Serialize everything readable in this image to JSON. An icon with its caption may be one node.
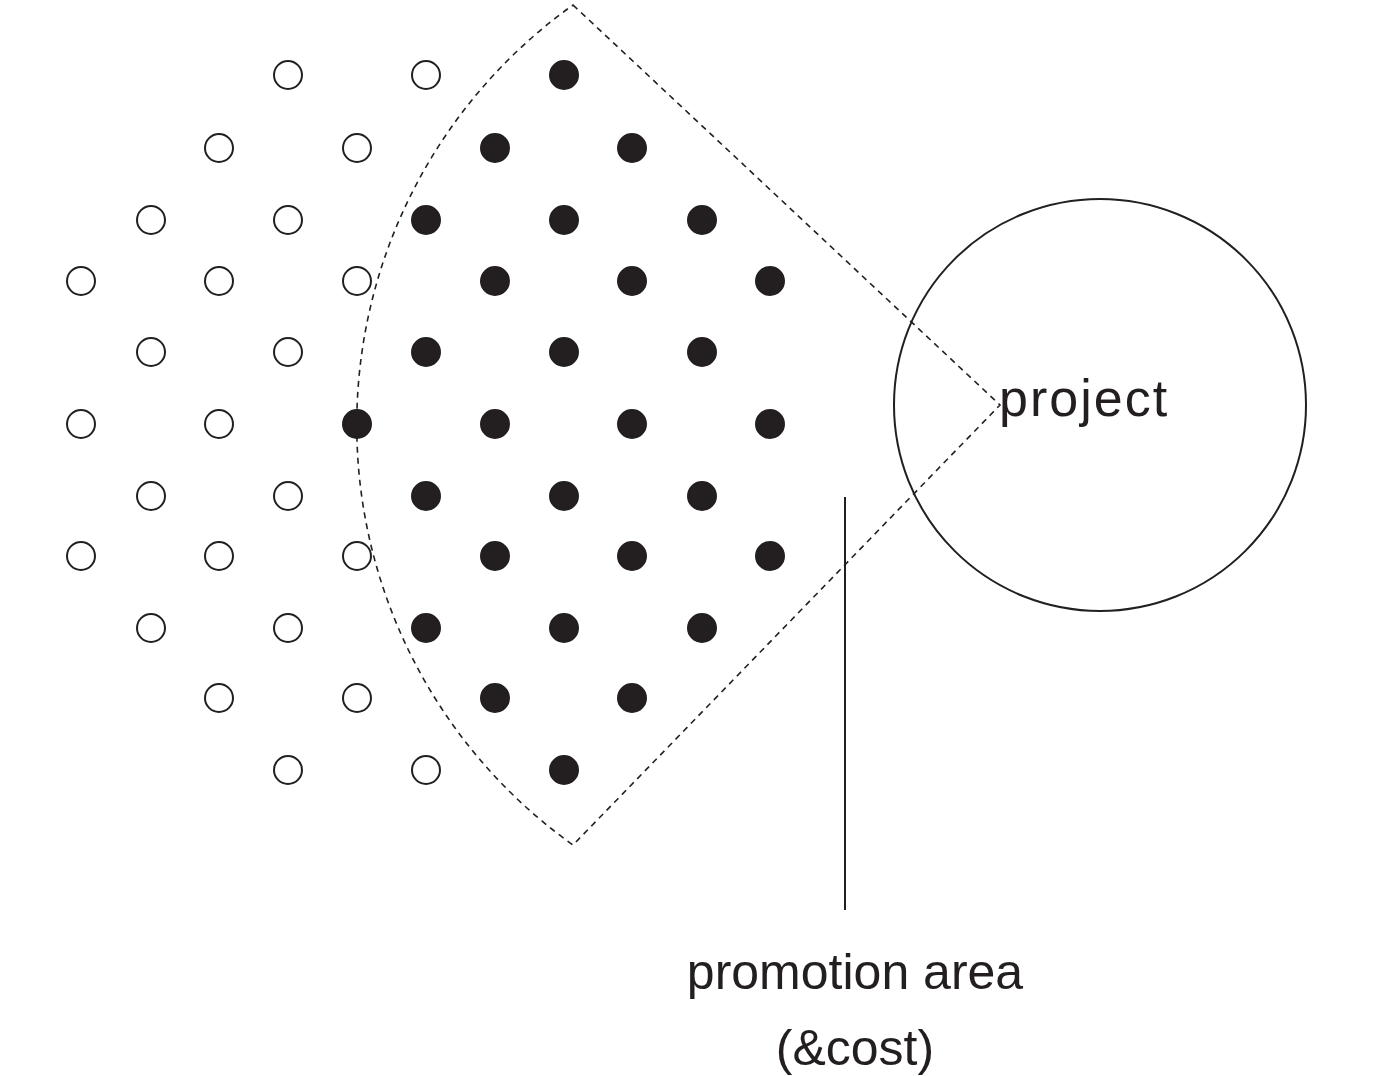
{
  "diagram": {
    "nodes": [
      {
        "text": [
          "project"
        ]
      },
      {
        "text": [
          "promotion area (&cost)"
        ]
      },
      {
        "text": [],
        "shape": "sector"
      }
    ],
    "edges": [
      {
        "from": 1,
        "to": 2,
        "arrow": "none"
      }
    ]
  }
}
